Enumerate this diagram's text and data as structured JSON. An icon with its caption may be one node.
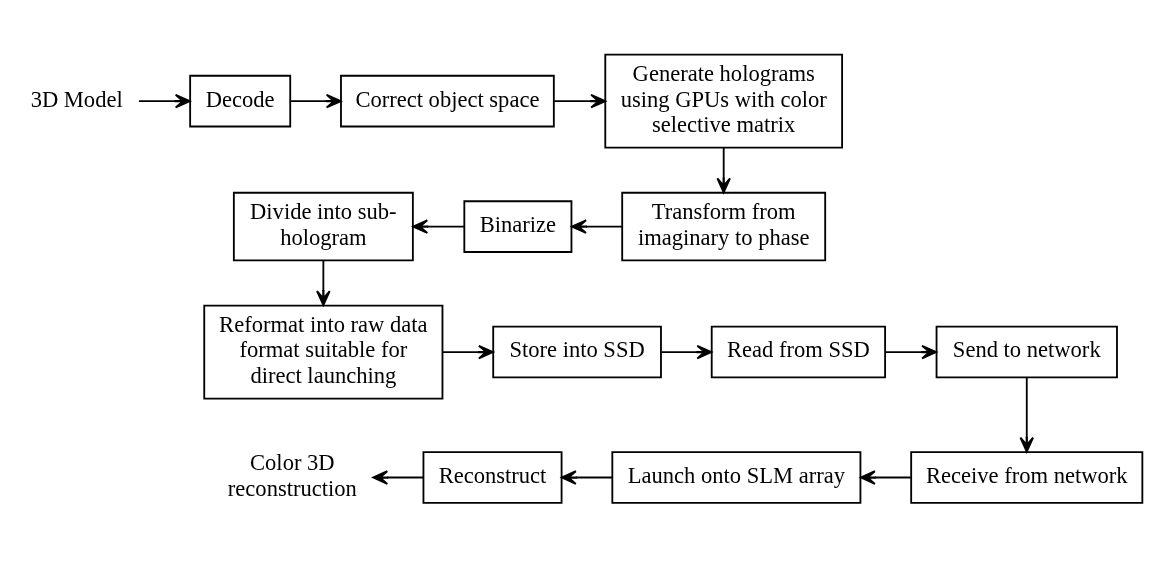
{
  "diagram": {
    "nodes": [
      {
        "text": [
          "3D Model"
        ]
      },
      {
        "text": [
          "Decode"
        ]
      },
      {
        "text": [
          "Correct object space"
        ]
      },
      {
        "text": [
          "Generate holograms using GPUs with color selective matrix"
        ]
      },
      {
        "text": [
          "Transform from imaginary to phase"
        ]
      },
      {
        "text": [
          "Binarize"
        ]
      },
      {
        "text": [
          "Divide into sub-hologram"
        ]
      },
      {
        "text": [
          "Reformat into raw data format suitable for direct launching"
        ]
      },
      {
        "text": [
          "Store into SSD"
        ]
      },
      {
        "text": [
          "Read from SSD"
        ]
      },
      {
        "text": [
          "Send to network"
        ]
      },
      {
        "text": [
          "Receive from network"
        ]
      },
      {
        "text": [
          "Launch onto SLM array"
        ]
      },
      {
        "text": [
          "Reconstruct"
        ]
      },
      {
        "text": [
          "Color 3D reconstruction"
        ]
      }
    ],
    "edges": [
      {
        "from": 0,
        "to": 1,
        "arrow": "to"
      },
      {
        "from": 1,
        "to": 2,
        "arrow": "to"
      },
      {
        "from": 2,
        "to": 3,
        "arrow": "to"
      },
      {
        "from": 3,
        "to": 4,
        "arrow": "to"
      },
      {
        "from": 4,
        "to": 5,
        "arrow": "to"
      },
      {
        "from": 5,
        "to": 6,
        "arrow": "to"
      },
      {
        "from": 6,
        "to": 7,
        "arrow": "to"
      },
      {
        "from": 7,
        "to": 8,
        "arrow": "to"
      },
      {
        "from": 8,
        "to": 9,
        "arrow": "to"
      },
      {
        "from": 9,
        "to": 10,
        "arrow": "to"
      },
      {
        "from": 10,
        "to": 11,
        "arrow": "to"
      },
      {
        "from": 11,
        "to": 12,
        "arrow": "to"
      },
      {
        "from": 12,
        "to": 13,
        "arrow": "to"
      },
      {
        "from": 13,
        "to": 14,
        "arrow": "to"
      }
    ]
  }
}
